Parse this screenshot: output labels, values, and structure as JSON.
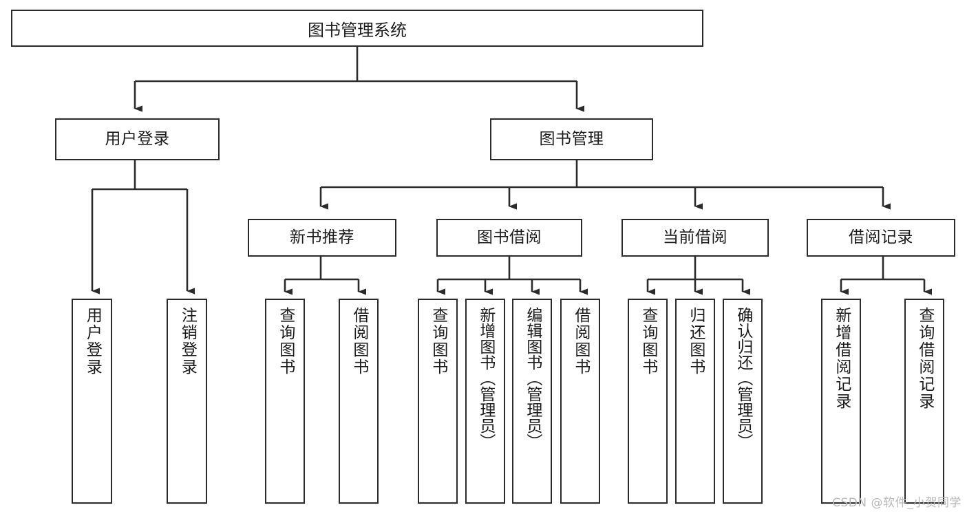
{
  "diagram": {
    "title": "图书管理系统",
    "type": "tree-hierarchy",
    "watermark": "CSDN @软件_小贺同学",
    "colors": {
      "stroke": "#2b2b2b",
      "fill": "#ffffff",
      "text": "#1b1b1b",
      "watermark": "#b9b9b9"
    },
    "root": {
      "label": "图书管理系统"
    },
    "level2": [
      {
        "label": "用户登录"
      },
      {
        "label": "图书管理"
      }
    ],
    "level3": [
      {
        "label": "新书推荐"
      },
      {
        "label": "图书借阅"
      },
      {
        "label": "当前借阅"
      },
      {
        "label": "借阅记录"
      }
    ],
    "leaves": {
      "user_login": [
        {
          "label": "用户登录"
        },
        {
          "label": "注销登录"
        }
      ],
      "new_books": [
        {
          "label": "查询图书"
        },
        {
          "label": "借阅图书"
        }
      ],
      "book_borrow": [
        {
          "label": "查询图书"
        },
        {
          "label": "新增图书（管理员）"
        },
        {
          "label": "编辑图书（管理员）"
        },
        {
          "label": "借阅图书"
        }
      ],
      "current_borrow": [
        {
          "label": "查询图书"
        },
        {
          "label": "归还图书"
        },
        {
          "label": "确认归还（管理员）"
        }
      ],
      "borrow_records": [
        {
          "label": "新增借阅记录"
        },
        {
          "label": "查询借阅记录"
        }
      ]
    }
  }
}
